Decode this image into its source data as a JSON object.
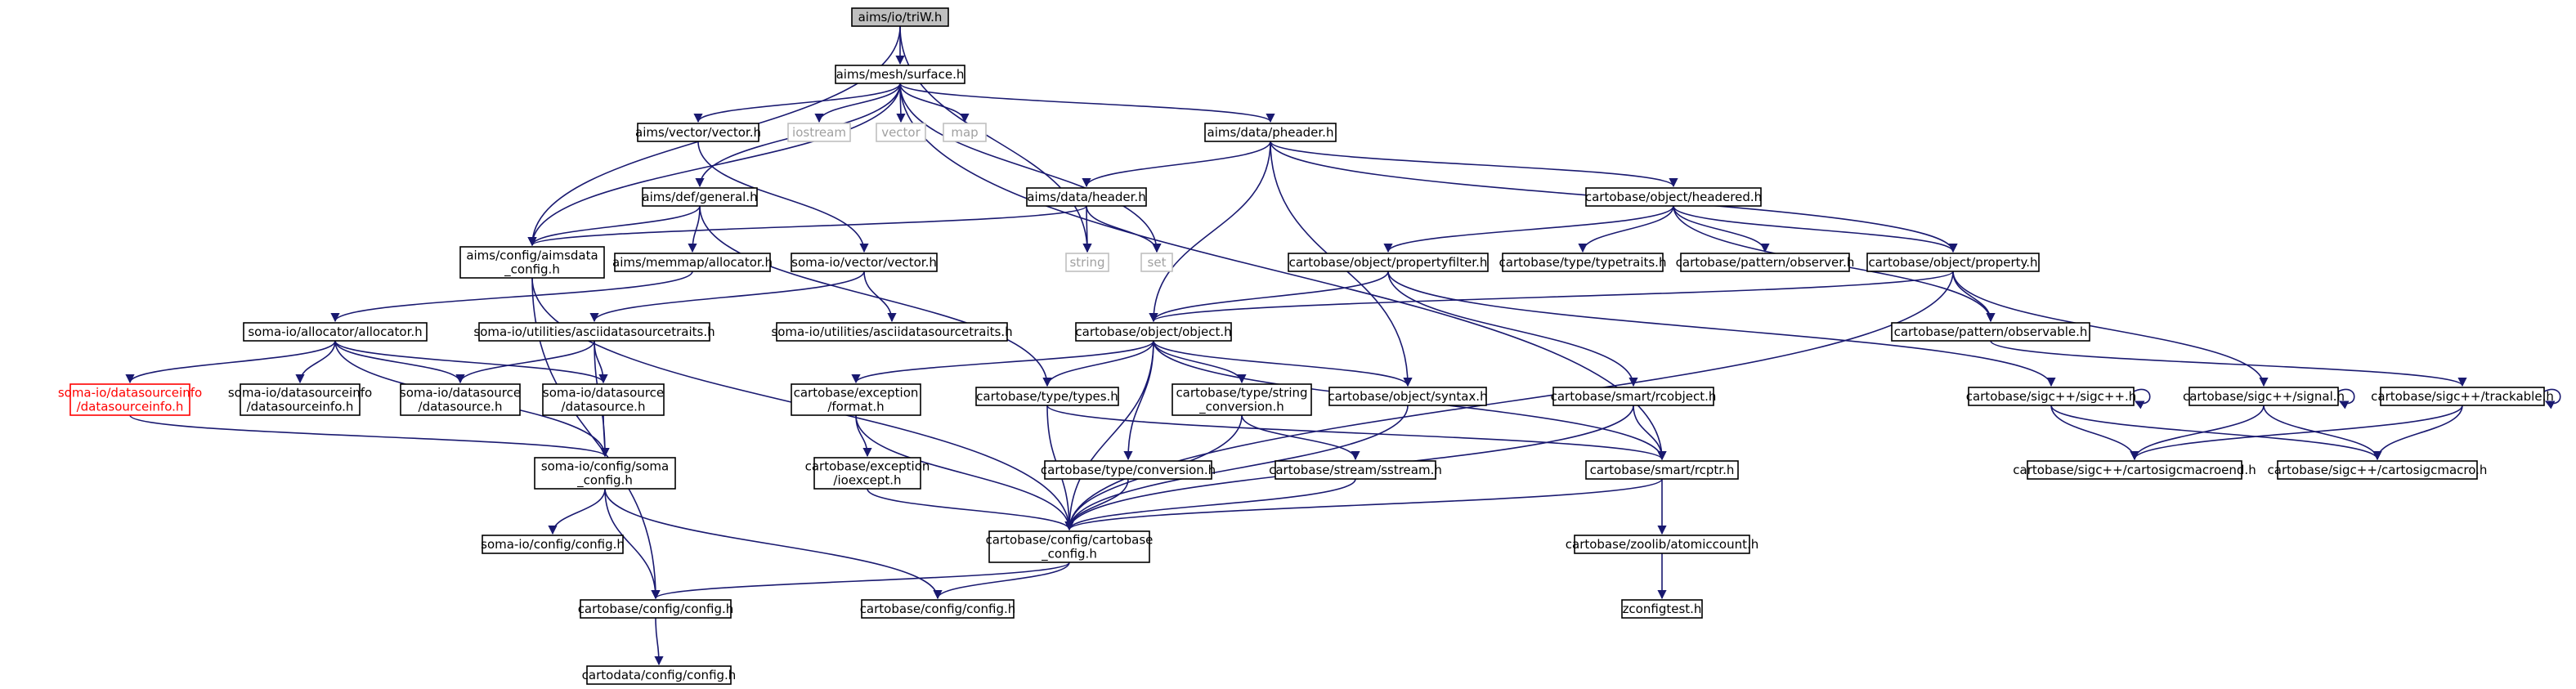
{
  "graph": {
    "root": "n0",
    "nodes": [
      {
        "id": "n0",
        "label": [
          "aims/io/triW.h"
        ],
        "kind": "root"
      },
      {
        "id": "n1",
        "label": [
          "aims/mesh/surface.h"
        ],
        "kind": "file"
      },
      {
        "id": "n2",
        "label": [
          "aims/config/aimsdata",
          "_config.h"
        ],
        "kind": "file"
      },
      {
        "id": "n3",
        "label": [
          "string"
        ],
        "kind": "external"
      },
      {
        "id": "n4",
        "label": [
          "aims/vector/vector.h"
        ],
        "kind": "file"
      },
      {
        "id": "n5",
        "label": [
          "iostream"
        ],
        "kind": "external"
      },
      {
        "id": "n6",
        "label": [
          "vector"
        ],
        "kind": "external"
      },
      {
        "id": "n7",
        "label": [
          "map"
        ],
        "kind": "external"
      },
      {
        "id": "n8",
        "label": [
          "aims/data/pheader.h"
        ],
        "kind": "file"
      },
      {
        "id": "n9",
        "label": [
          "aims/def/general.h"
        ],
        "kind": "file"
      },
      {
        "id": "n10",
        "label": [
          "set"
        ],
        "kind": "external"
      },
      {
        "id": "n11",
        "label": [
          "aims/data/header.h"
        ],
        "kind": "file"
      },
      {
        "id": "n12",
        "label": [
          "cartobase/object/headered.h"
        ],
        "kind": "file"
      },
      {
        "id": "n13",
        "label": [
          "cartobase/object/propertyfilter.h"
        ],
        "kind": "file"
      },
      {
        "id": "n14",
        "label": [
          "cartobase/type/typetraits.h"
        ],
        "kind": "file"
      },
      {
        "id": "n15",
        "label": [
          "cartobase/pattern/observer.h"
        ],
        "kind": "file"
      },
      {
        "id": "n16",
        "label": [
          "cartobase/object/property.h"
        ],
        "kind": "file"
      },
      {
        "id": "n17",
        "label": [
          "aims/memmap/allocator.h"
        ],
        "kind": "file"
      },
      {
        "id": "n18",
        "label": [
          "soma-io/vector/vector.h"
        ],
        "kind": "file"
      },
      {
        "id": "n19",
        "label": [
          "soma-io/allocator/allocator.h"
        ],
        "kind": "file"
      },
      {
        "id": "n20",
        "label": [
          "soma-io/utilities/asciidatasourcetraits.h"
        ],
        "kind": "file"
      },
      {
        "id": "n21",
        "label": [
          "soma-io/utilities/asciidatasourcetraits.h"
        ],
        "kind": "file"
      },
      {
        "id": "n22",
        "label": [
          "cartobase/object/object.h"
        ],
        "kind": "file"
      },
      {
        "id": "n23",
        "label": [
          "cartobase/pattern/observable.h"
        ],
        "kind": "file"
      },
      {
        "id": "n24",
        "label": [
          "soma-io/datasourceinfo",
          "/datasourceinfo.h"
        ],
        "kind": "missing"
      },
      {
        "id": "n25",
        "label": [
          "soma-io/datasourceinfo",
          "/datasourceinfo.h"
        ],
        "kind": "file"
      },
      {
        "id": "n26",
        "label": [
          "soma-io/datasource",
          "/datasource.h"
        ],
        "kind": "file"
      },
      {
        "id": "n27",
        "label": [
          "soma-io/datasource",
          "/datasource.h"
        ],
        "kind": "file"
      },
      {
        "id": "n28",
        "label": [
          "cartobase/exception",
          "/format.h"
        ],
        "kind": "file"
      },
      {
        "id": "n29",
        "label": [
          "cartobase/type/types.h"
        ],
        "kind": "file"
      },
      {
        "id": "n30",
        "label": [
          "cartobase/type/string",
          "_conversion.h"
        ],
        "kind": "file"
      },
      {
        "id": "n31",
        "label": [
          "cartobase/object/syntax.h"
        ],
        "kind": "file"
      },
      {
        "id": "n32",
        "label": [
          "cartobase/smart/rcobject.h"
        ],
        "kind": "file"
      },
      {
        "id": "n33",
        "label": [
          "cartobase/sigc++/sigc++.h"
        ],
        "kind": "file"
      },
      {
        "id": "n34",
        "label": [
          "cartobase/sigc++/signal.h"
        ],
        "kind": "file"
      },
      {
        "id": "n35",
        "label": [
          "cartobase/sigc++/trackable.h"
        ],
        "kind": "file"
      },
      {
        "id": "n36",
        "label": [
          "soma-io/config/soma",
          "_config.h"
        ],
        "kind": "file"
      },
      {
        "id": "n37",
        "label": [
          "cartobase/exception",
          "/ioexcept.h"
        ],
        "kind": "file"
      },
      {
        "id": "n38",
        "label": [
          "cartobase/type/conversion.h"
        ],
        "kind": "file"
      },
      {
        "id": "n39",
        "label": [
          "cartobase/stream/sstream.h"
        ],
        "kind": "file"
      },
      {
        "id": "n40",
        "label": [
          "cartobase/smart/rcptr.h"
        ],
        "kind": "file"
      },
      {
        "id": "n41",
        "label": [
          "cartobase/sigc++/cartosigcmacroend.h"
        ],
        "kind": "file"
      },
      {
        "id": "n42",
        "label": [
          "cartobase/sigc++/cartosigcmacro.h"
        ],
        "kind": "file"
      },
      {
        "id": "n43",
        "label": [
          "soma-io/config/config.h"
        ],
        "kind": "file"
      },
      {
        "id": "n44",
        "label": [
          "cartobase/config/cartobase",
          "_config.h"
        ],
        "kind": "file"
      },
      {
        "id": "n45",
        "label": [
          "cartobase/zoolib/atomiccount.h"
        ],
        "kind": "file"
      },
      {
        "id": "n46",
        "label": [
          "cartobase/config/config.h"
        ],
        "kind": "file"
      },
      {
        "id": "n47",
        "label": [
          "cartobase/config/config.h"
        ],
        "kind": "file"
      },
      {
        "id": "n48",
        "label": [
          "zconfigtest.h"
        ],
        "kind": "file"
      },
      {
        "id": "n49",
        "label": [
          "cartodata/config/config.h"
        ],
        "kind": "file"
      }
    ],
    "edges": [
      [
        "n0",
        "n1"
      ],
      [
        "n0",
        "n2"
      ],
      [
        "n0",
        "n3"
      ],
      [
        "n1",
        "n2"
      ],
      [
        "n1",
        "n4"
      ],
      [
        "n1",
        "n5"
      ],
      [
        "n1",
        "n6"
      ],
      [
        "n1",
        "n7"
      ],
      [
        "n1",
        "n8"
      ],
      [
        "n1",
        "n9"
      ],
      [
        "n1",
        "n10"
      ],
      [
        "n1",
        "n40"
      ],
      [
        "n4",
        "n18"
      ],
      [
        "n9",
        "n2"
      ],
      [
        "n9",
        "n17"
      ],
      [
        "n9",
        "n29"
      ],
      [
        "n8",
        "n11"
      ],
      [
        "n8",
        "n12"
      ],
      [
        "n8",
        "n16"
      ],
      [
        "n8",
        "n22"
      ],
      [
        "n8",
        "n31"
      ],
      [
        "n11",
        "n2"
      ],
      [
        "n11",
        "n3"
      ],
      [
        "n11",
        "n10"
      ],
      [
        "n12",
        "n13"
      ],
      [
        "n12",
        "n14"
      ],
      [
        "n12",
        "n15"
      ],
      [
        "n12",
        "n16"
      ],
      [
        "n12",
        "n23"
      ],
      [
        "n13",
        "n22"
      ],
      [
        "n13",
        "n32"
      ],
      [
        "n13",
        "n33"
      ],
      [
        "n16",
        "n22"
      ],
      [
        "n16",
        "n23"
      ],
      [
        "n16",
        "n34"
      ],
      [
        "n16",
        "n44"
      ],
      [
        "n2",
        "n44"
      ],
      [
        "n2",
        "n47"
      ],
      [
        "n17",
        "n19"
      ],
      [
        "n18",
        "n20"
      ],
      [
        "n18",
        "n21"
      ],
      [
        "n19",
        "n24"
      ],
      [
        "n19",
        "n25"
      ],
      [
        "n19",
        "n26"
      ],
      [
        "n19",
        "n27"
      ],
      [
        "n19",
        "n36"
      ],
      [
        "n20",
        "n26"
      ],
      [
        "n20",
        "n27"
      ],
      [
        "n20",
        "n36"
      ],
      [
        "n27",
        "n36"
      ],
      [
        "n24",
        "n36"
      ],
      [
        "n22",
        "n28"
      ],
      [
        "n22",
        "n29"
      ],
      [
        "n22",
        "n30"
      ],
      [
        "n22",
        "n31"
      ],
      [
        "n22",
        "n38"
      ],
      [
        "n22",
        "n40"
      ],
      [
        "n22",
        "n44"
      ],
      [
        "n23",
        "n35"
      ],
      [
        "n28",
        "n37"
      ],
      [
        "n28",
        "n44"
      ],
      [
        "n37",
        "n44"
      ],
      [
        "n29",
        "n44"
      ],
      [
        "n29",
        "n40"
      ],
      [
        "n30",
        "n39"
      ],
      [
        "n30",
        "n44"
      ],
      [
        "n31",
        "n44"
      ],
      [
        "n38",
        "n44"
      ],
      [
        "n39",
        "n44"
      ],
      [
        "n32",
        "n40"
      ],
      [
        "n32",
        "n44"
      ],
      [
        "n33",
        "n33"
      ],
      [
        "n33",
        "n41"
      ],
      [
        "n33",
        "n42"
      ],
      [
        "n34",
        "n34"
      ],
      [
        "n34",
        "n41"
      ],
      [
        "n34",
        "n42"
      ],
      [
        "n35",
        "n35"
      ],
      [
        "n35",
        "n41"
      ],
      [
        "n35",
        "n42"
      ],
      [
        "n36",
        "n43"
      ],
      [
        "n36",
        "n46"
      ],
      [
        "n36",
        "n47"
      ],
      [
        "n40",
        "n44"
      ],
      [
        "n40",
        "n45"
      ],
      [
        "n44",
        "n46"
      ],
      [
        "n44",
        "n47"
      ],
      [
        "n45",
        "n48"
      ],
      [
        "n47",
        "n49"
      ]
    ]
  }
}
